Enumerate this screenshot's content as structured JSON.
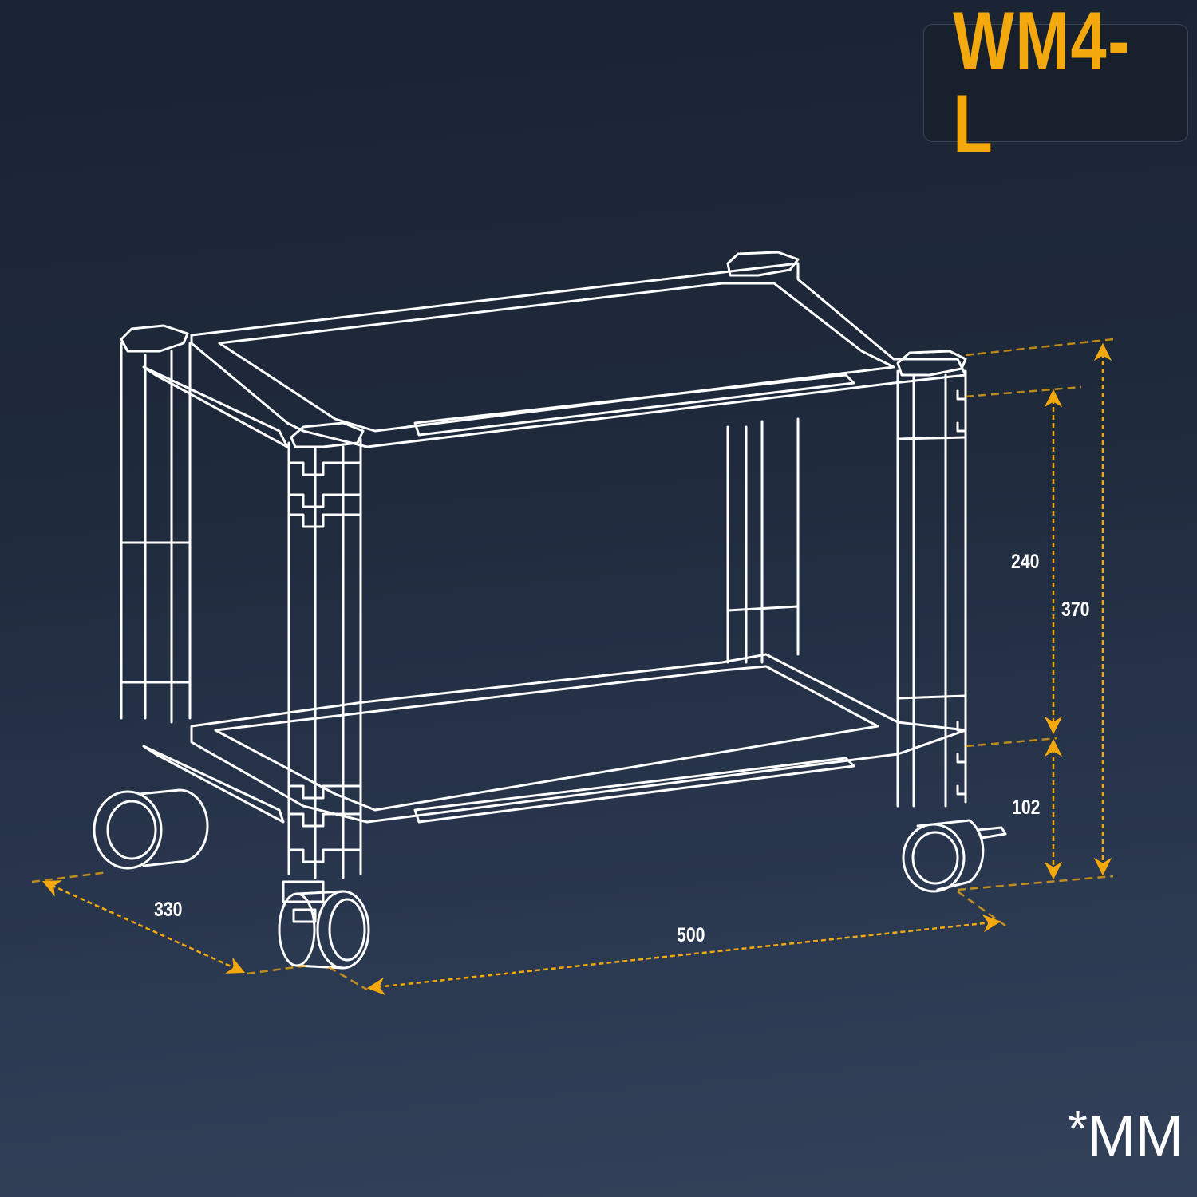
{
  "model": {
    "name": "WM4-L",
    "color": "#f3a90e"
  },
  "diagram": {
    "subject": "two-tier rolling cart with casters",
    "line_color": "#ffffff",
    "dimension_color": "#f3a90e",
    "background_top": "#1a2333",
    "background_bottom": "#33425a"
  },
  "dimensions": {
    "depth": "330",
    "width": "500",
    "shelf_gap": "240",
    "total_height": "370",
    "bottom_clearance": "102"
  },
  "unit_note": {
    "star": "*",
    "unit": "MM"
  }
}
